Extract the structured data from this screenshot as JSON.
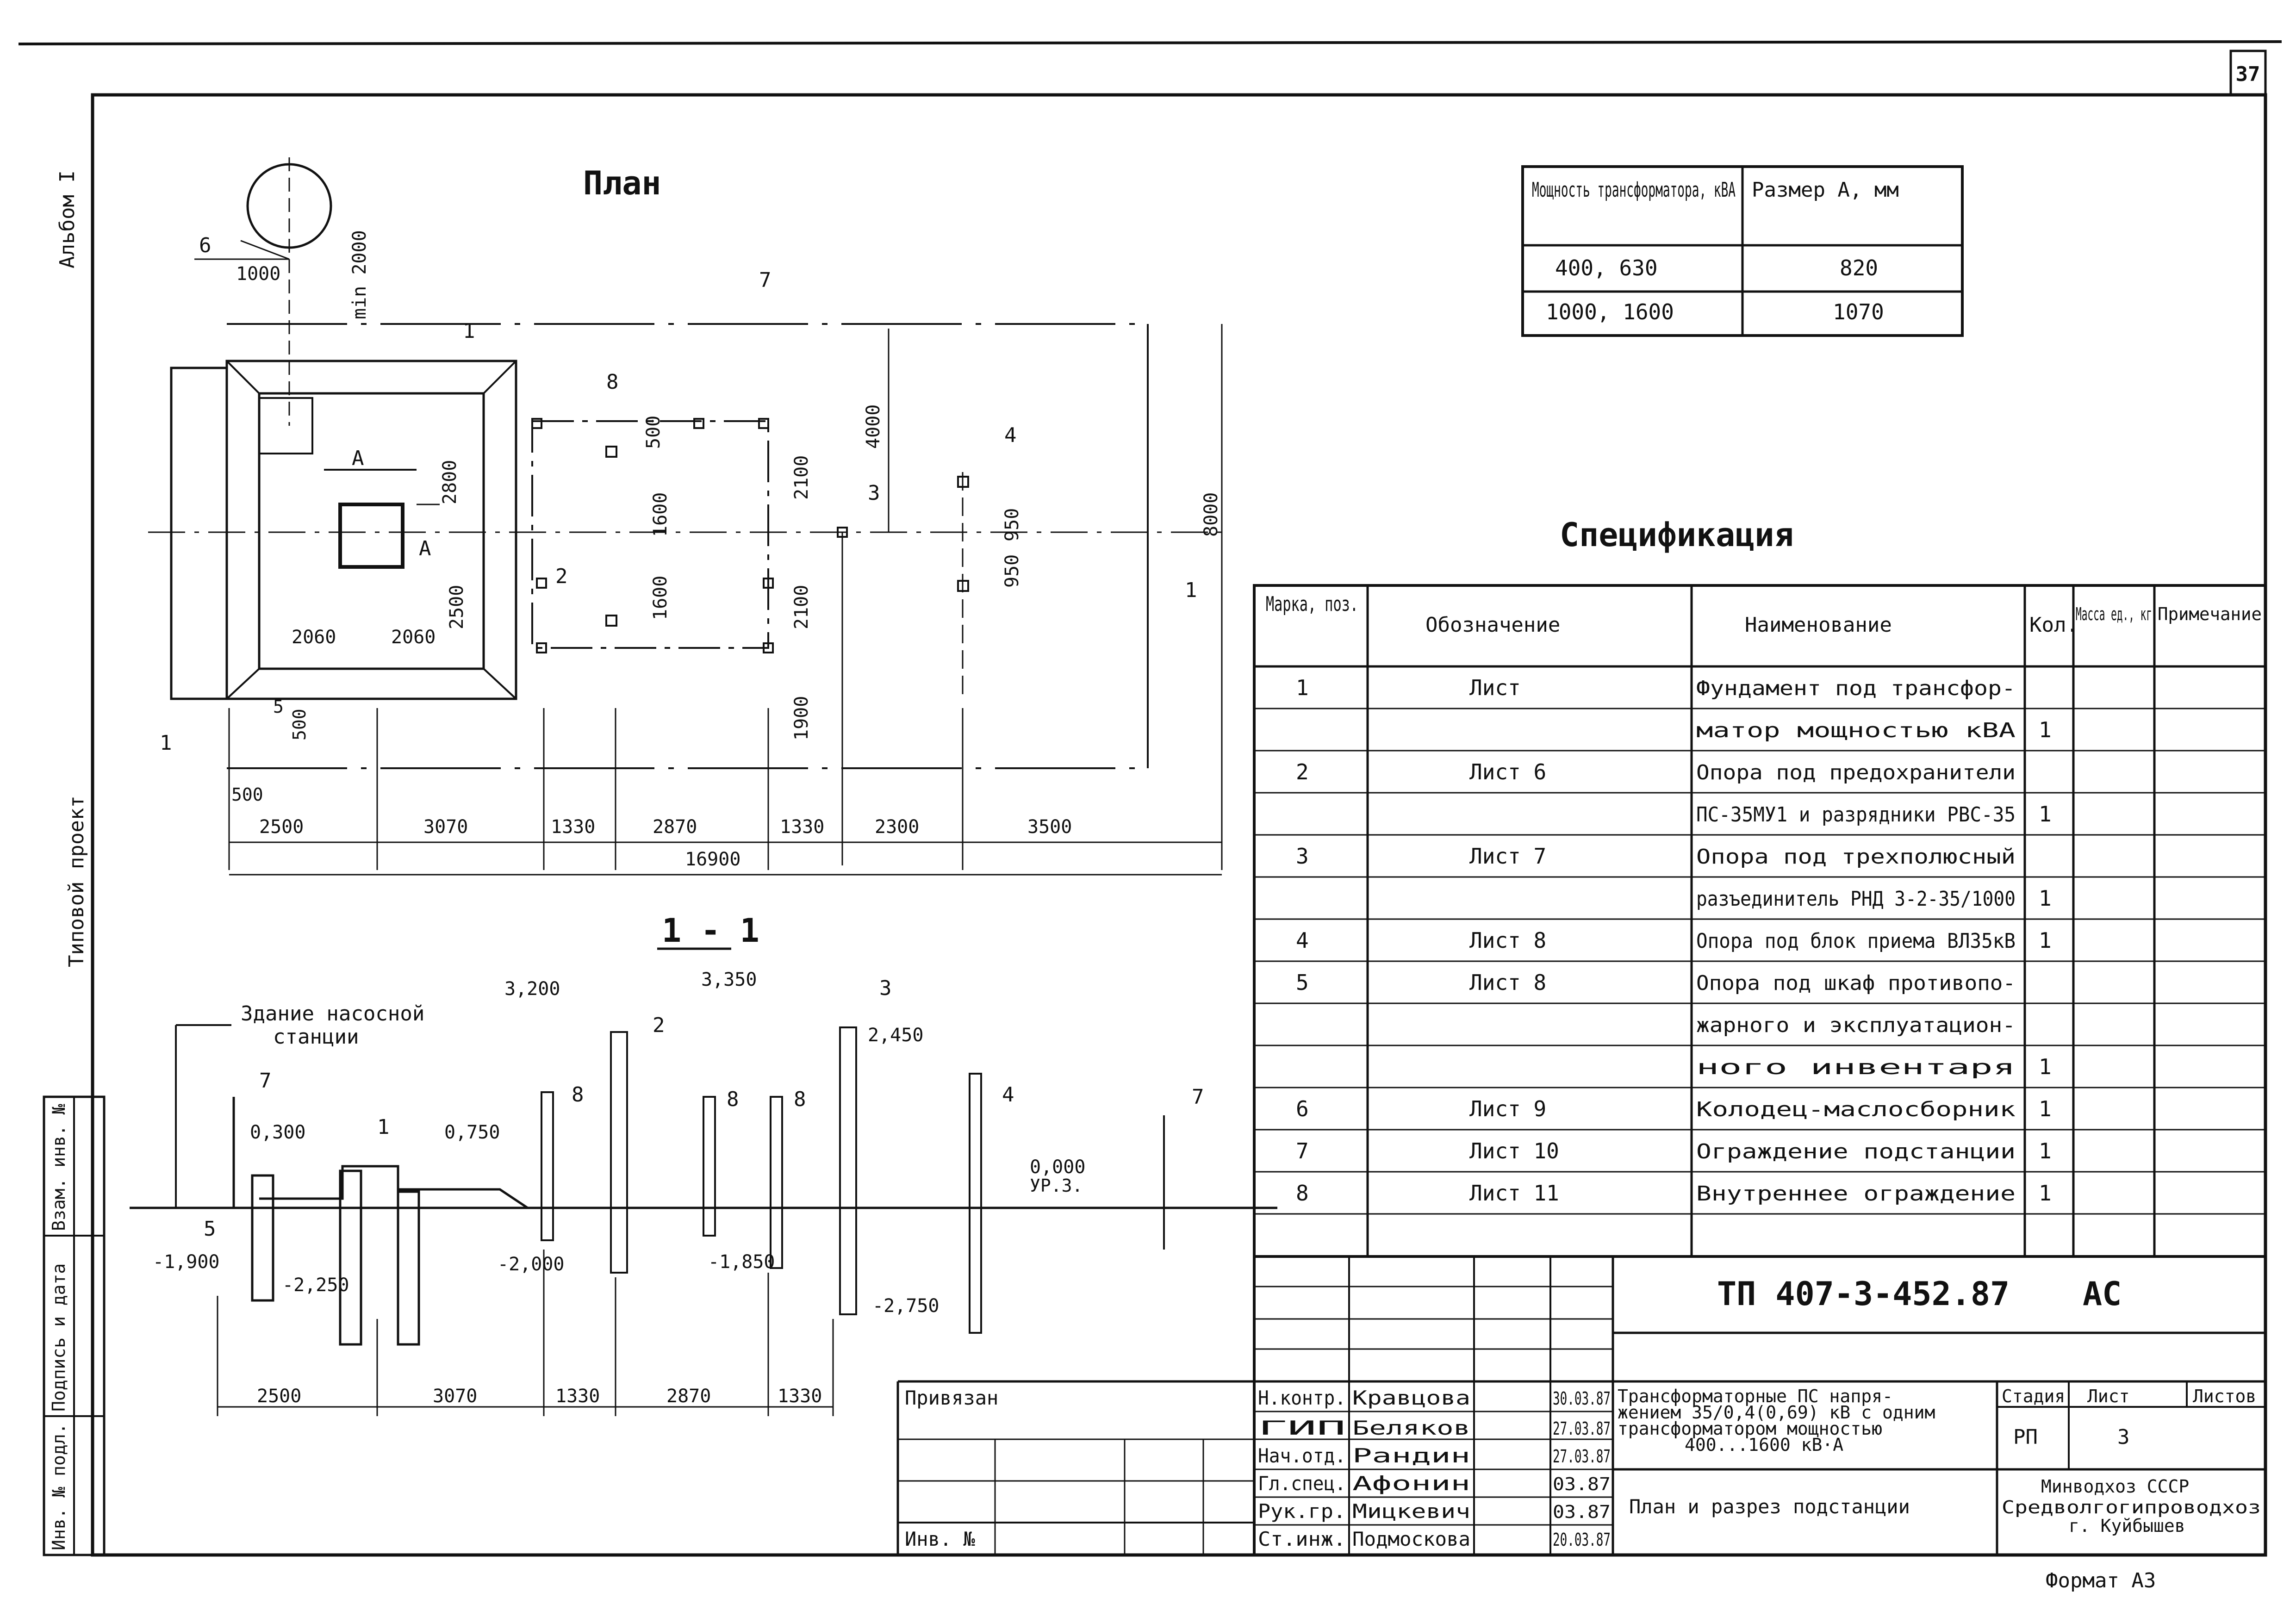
{
  "sheet": {
    "page_number": "37",
    "album_label": "Альбом I",
    "project_type_label": "Типовой проект",
    "format_label": "Формат А3"
  },
  "side_stamp": {
    "field_1": "Взам. инв. №",
    "field_2": "Подпись и дата",
    "field_3": "Инв. № подл."
  },
  "plan": {
    "title": "План",
    "position_marks": [
      "1",
      "2",
      "3",
      "4",
      "5",
      "6",
      "7",
      "8"
    ],
    "section_marks": [
      "1",
      "1",
      "А",
      "А"
    ],
    "dims_bottom": [
      "2500",
      "3070",
      "1330",
      "2870",
      "1330",
      "2300",
      "3500"
    ],
    "dim_total": "16900",
    "dims_other": [
      "1000",
      "min 2000",
      "2800",
      "2500",
      "2060",
      "2060",
      "500",
      "1600",
      "1600",
      "2100",
      "2100",
      "4000",
      "1900",
      "950",
      "950",
      "8000",
      "500",
      "500"
    ]
  },
  "section": {
    "title": "1 - 1",
    "building_label_line1": "Здание насосной",
    "building_label_line2": "станции",
    "position_marks": [
      "7",
      "1",
      "2",
      "8",
      "8",
      "8",
      "3",
      "4",
      "7",
      "5"
    ],
    "levels": [
      "3,200",
      "3,350",
      "2,450",
      "0,300",
      "0,750",
      "0,000",
      "УР.З.",
      "-1,900",
      "-2,250",
      "-2,000",
      "-1,850",
      "-2,750"
    ],
    "dims_bottom": [
      "2500",
      "3070",
      "1330",
      "2870",
      "1330"
    ]
  },
  "size_table": {
    "headers": [
      "Мощность трансформатора, кВА",
      "Размер А, мм"
    ],
    "rows": [
      [
        "400, 630",
        "820"
      ],
      [
        "1000, 1600",
        "1070"
      ]
    ]
  },
  "specification": {
    "title": "Спецификация",
    "headers": [
      "Марка, поз.",
      "Обозначение",
      "Наименование",
      "Кол.",
      "Масса ед., кг",
      "Примечание"
    ],
    "rows": [
      [
        "1",
        "Лист",
        "Фундамент под трансфор-",
        "",
        "",
        ""
      ],
      [
        "",
        "",
        "матор мощностью      кВА",
        "1",
        "",
        ""
      ],
      [
        "2",
        "Лист 6",
        "Опора под предохранители",
        "",
        "",
        ""
      ],
      [
        "",
        "",
        "ПС-35МУ1 и разрядники РВС-35",
        "1",
        "",
        ""
      ],
      [
        "3",
        "Лист 7",
        "Опора под трехполюсный",
        "",
        "",
        ""
      ],
      [
        "",
        "",
        "разъединитель РНД 3-2-35/1000",
        "1",
        "",
        ""
      ],
      [
        "4",
        "Лист 8",
        "Опора под блок приема ВЛ35кВ",
        "1",
        "",
        ""
      ],
      [
        "5",
        "Лист 8",
        "Опора под шкаф противопо-",
        "",
        "",
        ""
      ],
      [
        "",
        "",
        "жарного и эксплуатацион-",
        "",
        "",
        ""
      ],
      [
        "",
        "",
        "ного инвентаря",
        "1",
        "",
        ""
      ],
      [
        "6",
        "Лист 9",
        "Колодец-маслосборник",
        "1",
        "",
        ""
      ],
      [
        "7",
        "Лист 10",
        "Ограждение подстанции",
        "1",
        "",
        ""
      ],
      [
        "8",
        "Лист 11",
        "Внутреннее ограждение",
        "1",
        "",
        ""
      ],
      [
        "",
        "",
        "",
        "",
        "",
        ""
      ]
    ]
  },
  "title_block": {
    "code": "ТП 407-3-452.87",
    "suffix": "АС",
    "bound_label": "Привязан",
    "inv_label": "Инв. №",
    "roles": [
      {
        "role": "Н.контр.",
        "name": "Кравцова",
        "date": "30.03.87"
      },
      {
        "role": "ГИП",
        "name": "Беляков",
        "date": "27.03.87"
      },
      {
        "role": "Нач.отд.",
        "name": "Рандин",
        "date": "27.03.87"
      },
      {
        "role": "Гл.спец.",
        "name": "Афонин",
        "date": "03.87"
      },
      {
        "role": "Рук.гр.",
        "name": "Мицкевич",
        "date": "03.87"
      },
      {
        "role": "Ст.инж.",
        "name": "Подмоскова",
        "date": "20.03.87"
      }
    ],
    "description_line1": "Трансформаторные ПС напря-",
    "description_line2": "жением 35/0,4(0,69) кВ с одним",
    "description_line3": "трансформатором мощностью",
    "description_line4": "400...1600 кВ·А",
    "sheet_title": "План и разрез подстанции",
    "stage_header": "Стадия",
    "sheet_header": "Лист",
    "sheets_header": "Листов",
    "stage_value": "РП",
    "sheet_value": "3",
    "org_line1": "Минводхоз СССР",
    "org_line2": "Средволгогипроводхоз",
    "org_line3": "г. Куйбышев"
  }
}
